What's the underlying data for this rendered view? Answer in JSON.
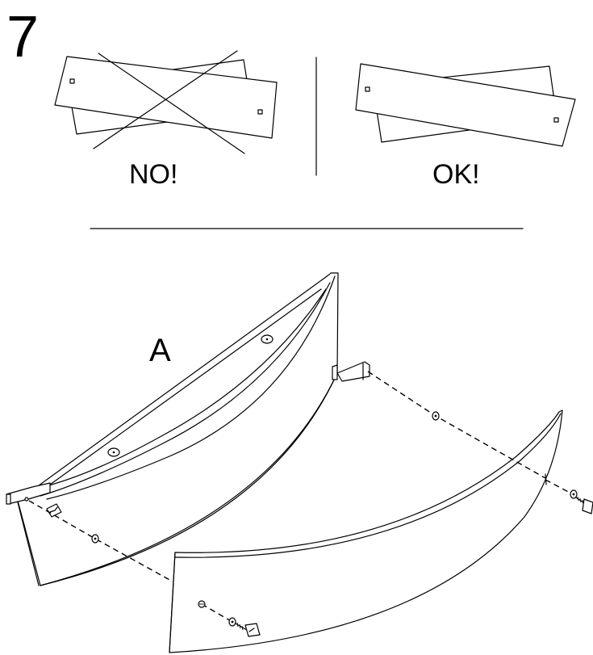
{
  "step_number": "7",
  "wrong_label": "NO!",
  "right_label": "OK!",
  "part_label": "A",
  "icons": [
    "screw-icon",
    "washer-icon",
    "bracket-icon",
    "nut-icon"
  ]
}
